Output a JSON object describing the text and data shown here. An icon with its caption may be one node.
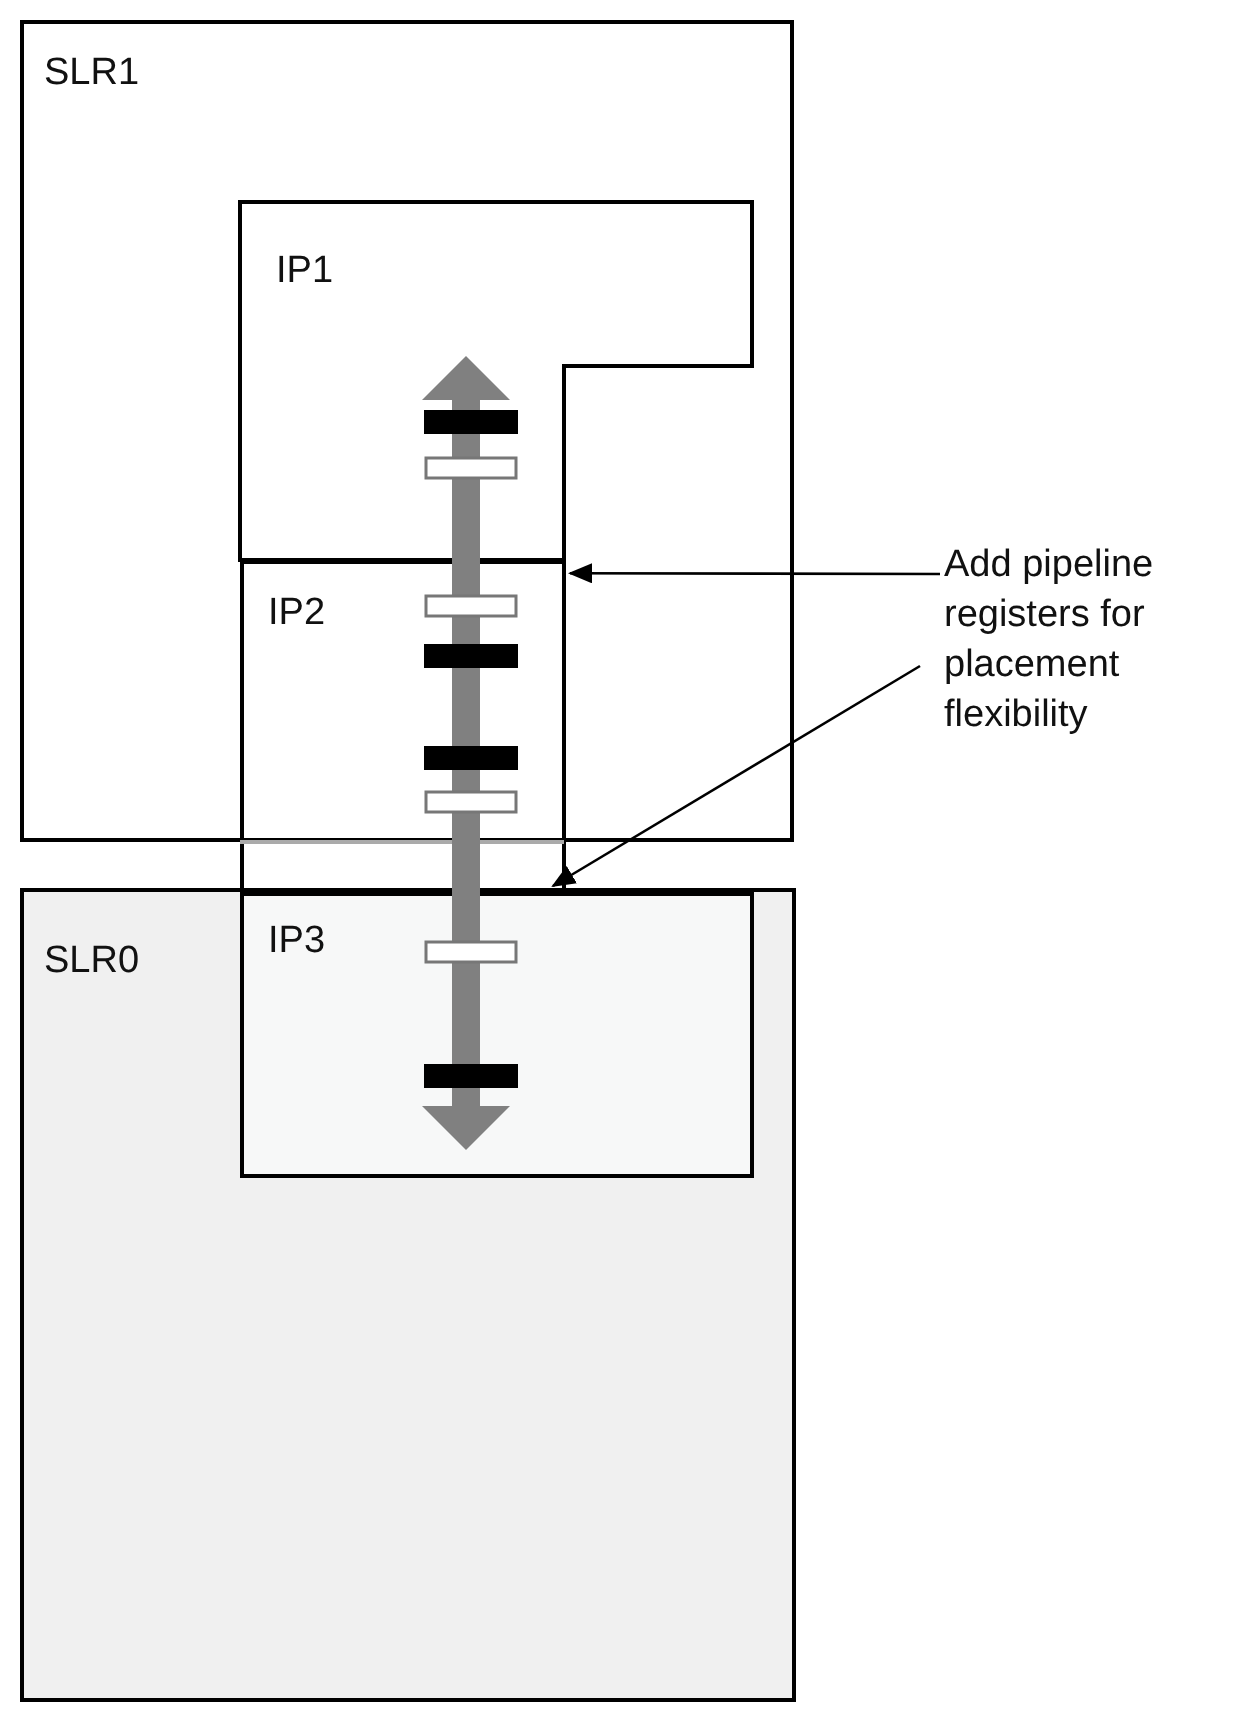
{
  "diagram": {
    "nodes": [
      {
        "text": [
          "SLR1"
        ]
      },
      {
        "text": [
          "IP1"
        ],
        "in": 0
      },
      {
        "text": [
          "IP2"
        ]
      },
      {
        "text": [
          "SLR0"
        ]
      },
      {
        "text": [
          "IP3"
        ],
        "in": 3
      },
      {
        "text": [
          "Add pipeline registers for placement flexibility"
        ]
      }
    ],
    "edges": [
      {
        "from": 5,
        "to": 2,
        "arrow": "to"
      },
      {
        "from": 5,
        "to": 2,
        "arrow": "to"
      }
    ]
  }
}
